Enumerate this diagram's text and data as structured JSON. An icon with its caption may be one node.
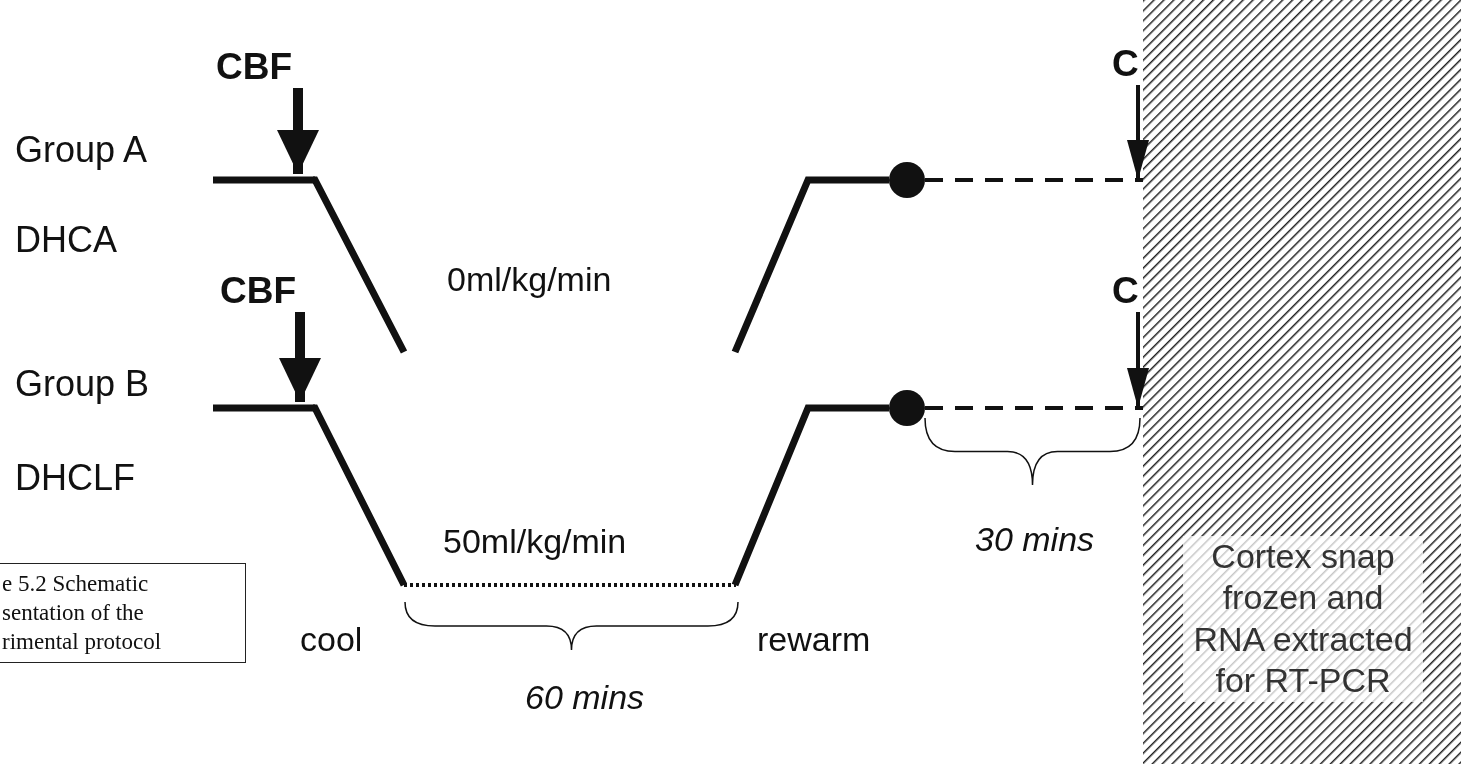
{
  "diagram": {
    "nodes": [
      {
        "text": [
          "CBF"
        ]
      },
      {
        "text": [
          "CBF"
        ]
      },
      {
        "text": [
          "C"
        ]
      },
      {
        "text": [
          "C"
        ]
      },
      {
        "text": [
          "Cortex snap frozen and RNA extracted for RT-PCR"
        ]
      },
      {
        "text": [
          "e 5.2 Schematic sentation of the rimental protocol"
        ]
      },
      {
        "text": [],
        "shape": "circle"
      },
      {
        "text": [],
        "shape": "circle"
      },
      {
        "text": [],
        "shape": "line"
      },
      {
        "text": [],
        "shape": "line"
      }
    ],
    "edges": [
      {
        "from": 0,
        "to": 8,
        "arrow": "to",
        "style": "thick"
      },
      {
        "from": 1,
        "to": 9,
        "arrow": "to",
        "style": "thick"
      },
      {
        "from": 2,
        "to": 4,
        "arrow": "to"
      },
      {
        "from": 3,
        "to": 4,
        "arrow": "to"
      },
      {
        "from": 6,
        "to": 4,
        "arrow": "none",
        "style": "dashed"
      },
      {
        "from": 7,
        "to": 4,
        "arrow": "none",
        "style": "dashed"
      }
    ],
    "labels": [
      "Group A",
      "DHCA",
      "0ml/kg/min",
      "Group B",
      "DHCLF",
      "50ml/kg/min",
      "30 mins",
      "cool",
      "rewarm",
      "60 mins"
    ]
  }
}
